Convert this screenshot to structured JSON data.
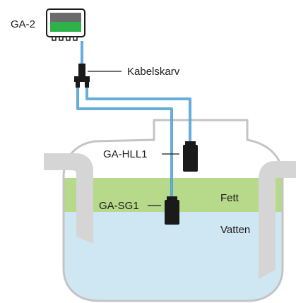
{
  "labels": {
    "controller": "GA-2",
    "cable_joint": "Kabelskarv",
    "upper_sensor": "GA-HLL1",
    "lower_sensor": "GA-SG1",
    "grease_layer": "Fett",
    "water_layer": "Vatten"
  },
  "colors": {
    "cable": "#2f8fd0",
    "tank_outline": "#c4c4c4",
    "water": "#cfe7f3",
    "grease": "#b6d98a",
    "pipe": "#d5d5d5",
    "sensor": "#1a1a1a",
    "controller_screen": "#6b6b6b",
    "controller_led": "#2db24a"
  }
}
